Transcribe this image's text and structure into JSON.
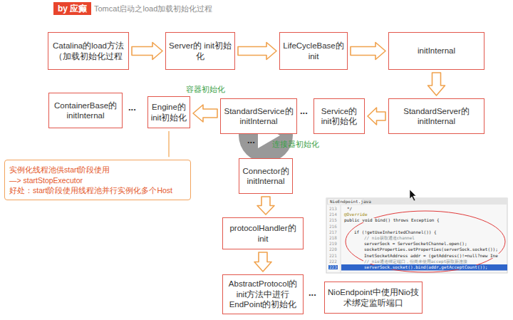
{
  "diagram": {
    "title": "Tomcat启动之load加载初始化过程",
    "nodes": [
      {
        "text": [
          "by 应癫"
        ]
      },
      {
        "text": [
          "Catalina的load方法 （加载初始化过程"
        ]
      },
      {
        "text": [
          "Server的 init初始化"
        ]
      },
      {
        "text": [
          "LifeCycleBase的 init"
        ]
      },
      {
        "text": [
          "initInternal"
        ]
      },
      {
        "text": [
          "ContainerBase的 initInternal"
        ]
      },
      {
        "text": [
          "Engine的 init初始化"
        ]
      },
      {
        "text": [
          "StandardService的 initInternal"
        ]
      },
      {
        "text": [
          "Service的 init初始化"
        ]
      },
      {
        "text": [
          "StandardServer的 initInternal"
        ]
      },
      {
        "text": [
          "实例化线程池供start阶段使用",
          "—> startStopExecutor",
          "好处：start阶段使用线程池并行实例化多个Host"
        ]
      },
      {
        "text": [
          "Connector的 initInternal"
        ]
      },
      {
        "text": [
          "protocolHandler的 init"
        ]
      },
      {
        "text": [
          "AbstractProtocol的 init方法中进行 EndPoint的初始化"
        ]
      },
      {
        "text": [
          "NioEndpoint中使用Nio技术绑定监听端口"
        ]
      }
    ],
    "edges": [
      {
        "from": 1,
        "to": 2,
        "arrow": "to"
      },
      {
        "from": 2,
        "to": 3,
        "arrow": "to"
      },
      {
        "from": 3,
        "to": 4,
        "arrow": "to"
      },
      {
        "from": 4,
        "to": 9,
        "arrow": "to"
      },
      {
        "from": 9,
        "to": 8,
        "arrow": "to"
      },
      {
        "from": 7,
        "to": 6,
        "label": "容器初始化",
        "arrow": "to"
      },
      {
        "from": 6,
        "to": 10,
        "arrow": "none"
      },
      {
        "from": 11,
        "to": 12,
        "arrow": "to"
      },
      {
        "from": 12,
        "to": 13,
        "arrow": "to"
      }
    ],
    "labels": [
      "...",
      "...",
      "...",
      "连接器初始化",
      "...",
      "NioEndpoint.java",
      "213",
      "*/",
      "214",
      "@Override",
      "215",
      "public void bind() throws Exception {",
      "216",
      "217",
      "if (!getUseInheritedChannel()) {",
      "218",
      "// nio获取通道channel",
      "219",
      "serverSock = ServerSocketChannel.open();",
      "220",
      "socketProperties.setProperties(serverSock.socket());",
      "221",
      "InetSocketAddress addr = (getAddress()!=null?new Ine",
      "222",
      "// nio通道绑定端口，但尚未使用accept获取新连接",
      "223",
      "serverSock.socket().bind(addr,getAcceptCount());"
    ]
  }
}
